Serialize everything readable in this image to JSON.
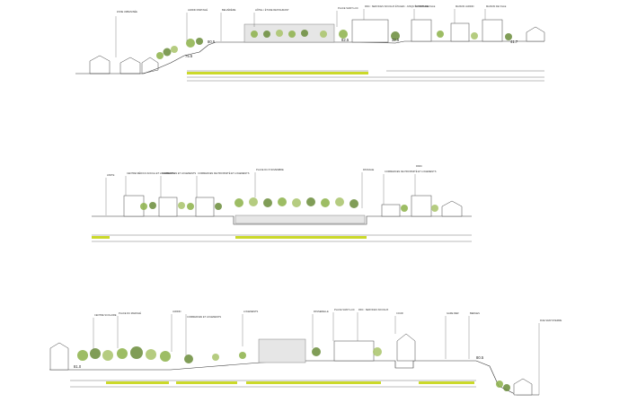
{
  "colors": {
    "background": "#ffffff",
    "ground_line": "#333333",
    "green_band": "#cbd92a",
    "tree_dark": "#6a8c3a",
    "tree_light": "#a9c46a",
    "building_fill": "#ffffff",
    "building_stroke": "#444444"
  },
  "sections": [
    {
      "id": "section-1",
      "labels": [
        {
          "text": "ZONE URBANISÉE"
        },
        {
          "text": "JARDIN PARTAGÉ"
        },
        {
          "text": "BELVÉDÈRE"
        },
        {
          "text": "HÔTEL / ÉTUDE RESTAURANT"
        },
        {
          "text": "PLACE SAINT-LUC"
        },
        {
          "text": "RDC : SERVICES SOCIAUX ÉTAGES : JUSQU'À PORTERIE"
        },
        {
          "text": "MAISON DE VILLE"
        },
        {
          "text": "MAISON JARDIN"
        },
        {
          "text": "MAISON DE VILLE"
        }
      ],
      "elevations": [
        "75.5",
        "80.5",
        "82.5",
        "32.5",
        "41.7"
      ]
    },
    {
      "id": "section-2",
      "labels": [
        {
          "text": "LIMITE"
        },
        {
          "text": "CENTRE MÉDICO-SOCIAL ET LOGEMENTS"
        },
        {
          "text": "COMMERCES ET LOGEMENTS"
        },
        {
          "text": "COMMERCES DE PROXIMITÉ ET LOGEMENTS"
        },
        {
          "text": "PLACE DU 8 NOVEMBRE"
        },
        {
          "text": "PASSAGE"
        },
        {
          "text": "COMMERCES DE PROXIMITÉ ET LOGEMENTS"
        },
        {
          "text": "PARC"
        }
      ],
      "elevations": []
    },
    {
      "id": "section-3",
      "labels": [
        {
          "text": "CENTRE SCOLAIRE"
        },
        {
          "text": "PLACE DU MARCHÉ"
        },
        {
          "text": "JARDIN"
        },
        {
          "text": "COMMERCES ET LOGEMENTS"
        },
        {
          "text": "LOGEMENTS"
        },
        {
          "text": "PASSERELLE"
        },
        {
          "text": "PLACE SAINT-LUC"
        },
        {
          "text": "RDC : SERVICES SOCIAUX"
        },
        {
          "text": "COUR"
        },
        {
          "text": "GARE RER"
        },
        {
          "text": "BERGES"
        },
        {
          "text": "RUE SAINT-PIERRE"
        }
      ],
      "elevations": [
        "81.0",
        "80.5"
      ]
    }
  ]
}
